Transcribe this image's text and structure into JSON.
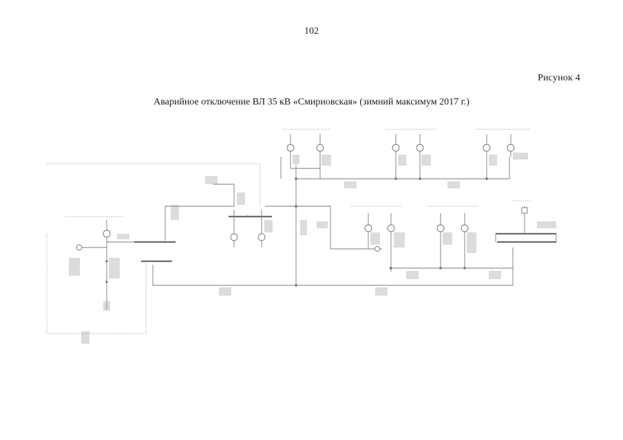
{
  "page": {
    "number": "102",
    "figure_label": "Рисунок 4",
    "figure_title": "Аварийное отключение ВЛ 35 кВ «Смирновская» (зимний максимум 2017 г.)"
  }
}
